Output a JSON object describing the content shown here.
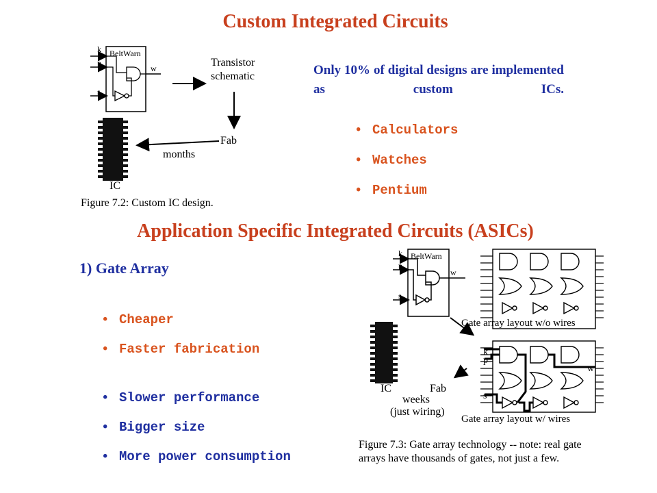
{
  "slide": {
    "title_top": "Custom Integrated Circuits",
    "intro_text": "Only 10% of digital designs are implemented as custom ICs.",
    "custom_examples": [
      "Calculators",
      "Watches",
      "Pentium"
    ],
    "figure72": {
      "caption": "Figure 7.2: Custom IC design.",
      "block_label": "BeltWarn",
      "inputs": [
        "k",
        "p",
        "s"
      ],
      "output": "w",
      "schematic_label_line1": "Transistor",
      "schematic_label_line2": "schematic",
      "fab_label": "Fab",
      "time_label": "months",
      "ic_label": "IC"
    },
    "title_asic": "Application Specific Integrated Circuits (ASICs)",
    "gate_array_heading": "1) Gate Array",
    "pros": [
      "Cheaper",
      "Faster fabrication"
    ],
    "cons": [
      "Slower performance",
      "Bigger size",
      "More power consumption"
    ],
    "figure73": {
      "caption": "Figure 7.3: Gate array technology -- note: real gate arrays have thousands of gates, not just a few.",
      "block_label": "BeltWarn",
      "inputs": [
        "k",
        "p",
        "s"
      ],
      "output": "w",
      "layout_no_wires": "Gate array layout w/o wires",
      "layout_wires": "Gate array layout w/ wires",
      "fab_label": "Fab",
      "time_line1": "weeks",
      "time_line2": "(just wiring)",
      "ic_label": "IC"
    }
  }
}
